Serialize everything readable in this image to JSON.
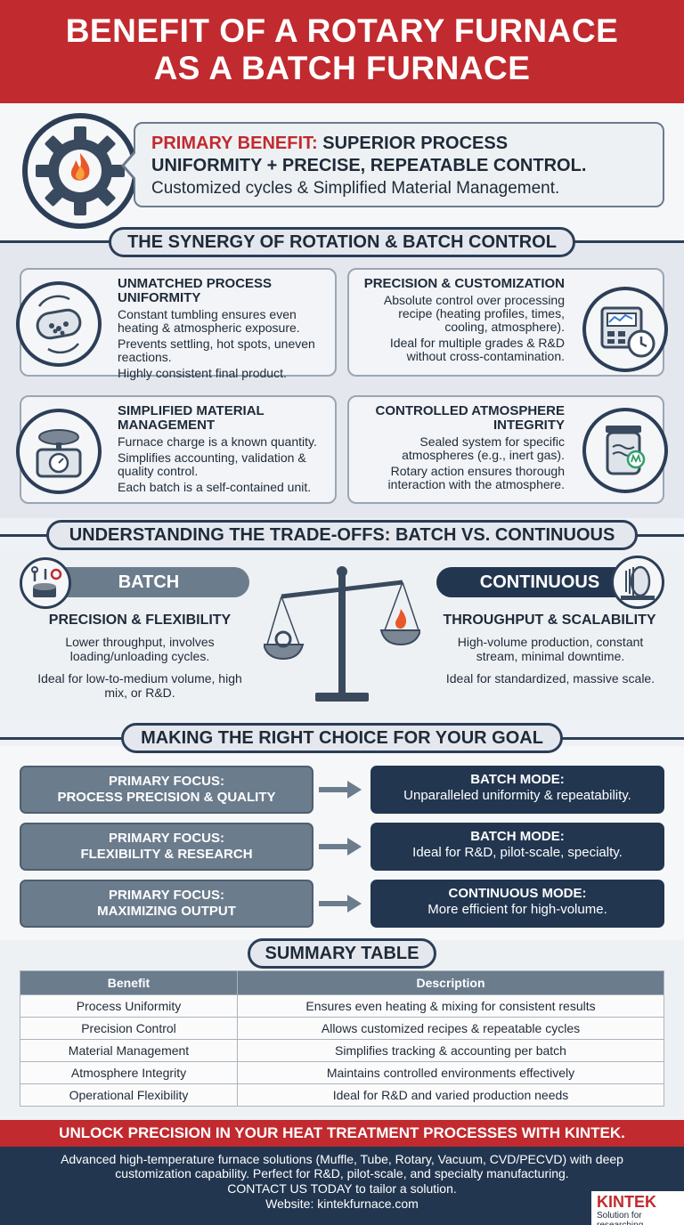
{
  "header": {
    "line1": "BENEFIT OF A ROTARY FURNACE",
    "line2": "AS A BATCH FURNACE"
  },
  "primary": {
    "label": "PRIMARY BENEFIT:",
    "line1_rest": "SUPERIOR PROCESS",
    "line2": "UNIFORMITY + PRECISE, REPEATABLE CONTROL.",
    "line3": "Customized cycles & Simplified Material Management.",
    "icon": "gear-flame-icon"
  },
  "synergy": {
    "title": "THE SYNERGY OF ROTATION & BATCH CONTROL",
    "cards": [
      {
        "title": "UNMATCHED PROCESS UNIFORMITY",
        "lines": [
          "Constant tumbling ensures even heating & atmospheric exposure.",
          "Prevents settling, hot spots, uneven reactions.",
          "Highly consistent final product."
        ],
        "icon": "rotating-drum-icon"
      },
      {
        "title": "PRECISION & CUSTOMIZATION",
        "lines": [
          "Absolute control over processing recipe (heating profiles, times, cooling, atmosphere).",
          "Ideal for multiple grades & R&D without cross-contamination."
        ],
        "icon": "control-panel-clock-icon"
      },
      {
        "title": "SIMPLIFIED MATERIAL MANAGEMENT",
        "lines": [
          "Furnace charge is a known quantity.",
          "Simplifies accounting, validation & quality control.",
          "Each batch is a self-contained unit."
        ],
        "icon": "weighing-scale-icon"
      },
      {
        "title": "CONTROLLED ATMOSPHERE INTEGRITY",
        "lines": [
          "Sealed system for specific atmospheres (e.g., inert gas).",
          "Rotary action ensures thorough interaction with the atmosphere."
        ],
        "icon": "sealed-container-gas-icon"
      }
    ]
  },
  "tradeoffs": {
    "title": "UNDERSTANDING THE TRADE-OFFS: BATCH VS. CONTINUOUS",
    "batch": {
      "label": "BATCH",
      "subtitle": "PRECISION & FLEXIBILITY",
      "text1": "Lower throughput, involves loading/unloading cycles.",
      "text2": "Ideal for low-to-medium volume, high mix, or R&D.",
      "icon": "batch-tools-icon"
    },
    "continuous": {
      "label": "CONTINUOUS",
      "subtitle": "THROUGHPUT & SCALABILITY",
      "text1": "High-volume production, constant stream, minimal downtime.",
      "text2": "Ideal for standardized, massive scale.",
      "icon": "conveyor-drum-icon"
    },
    "scale_icon": "balance-scale-icon"
  },
  "choice": {
    "title": "MAKING THE RIGHT CHOICE FOR YOUR GOAL",
    "rows": [
      {
        "focus_label": "PRIMARY FOCUS:",
        "focus": "PROCESS PRECISION & QUALITY",
        "mode": "BATCH MODE:",
        "mode_text": "Unparalleled uniformity & repeatability."
      },
      {
        "focus_label": "PRIMARY FOCUS:",
        "focus": "FLEXIBILITY & RESEARCH",
        "mode": "BATCH MODE:",
        "mode_text": "Ideal for R&D, pilot-scale, specialty."
      },
      {
        "focus_label": "PRIMARY FOCUS:",
        "focus": "MAXIMIZING OUTPUT",
        "mode": "CONTINUOUS MODE:",
        "mode_text": "More efficient for high-volume."
      }
    ]
  },
  "summary": {
    "title": "SUMMARY TABLE",
    "headers": [
      "Benefit",
      "Description"
    ],
    "rows": [
      [
        "Process Uniformity",
        "Ensures even heating & mixing for consistent results"
      ],
      [
        "Precision Control",
        "Allows customized recipes & repeatable cycles"
      ],
      [
        "Material Management",
        "Simplifies tracking & accounting per batch"
      ],
      [
        "Atmosphere Integrity",
        "Maintains controlled environments effectively"
      ],
      [
        "Operational Flexibility",
        "Ideal for R&D and varied production needs"
      ]
    ]
  },
  "footer": {
    "cta": "UNLOCK PRECISION IN YOUR HEAT TREATMENT PROCESSES WITH KINTEK.",
    "line1": "Advanced high-temperature furnace solutions (Muffle, Tube, Rotary, Vacuum, CVD/PECVD) with deep customization capability. Perfect for R&D, pilot-scale, and specialty manufacturing.",
    "line2": "CONTACT US TODAY to tailor a solution.",
    "line3": "Website: kintekfurnace.com",
    "logo": "KINTEK",
    "logo_sub": "Solution for researching"
  },
  "colors": {
    "brand_red": "#c12a2e",
    "navy": "#223650",
    "slate": "#6b7c8d"
  }
}
